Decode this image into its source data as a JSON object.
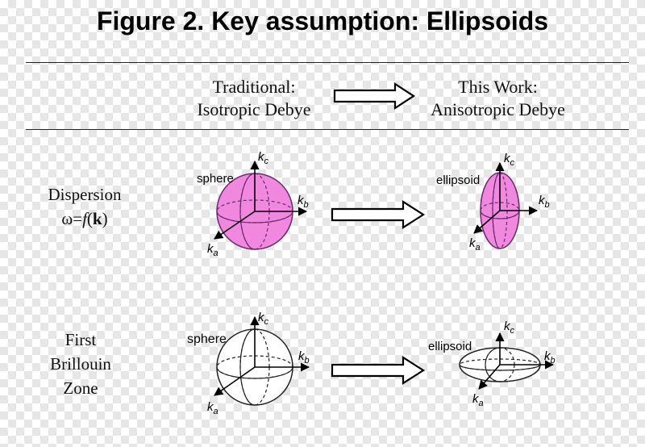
{
  "title": "Figure 2.   Key assumption: Ellipsoids",
  "columns": {
    "left": {
      "line1": "Traditional:",
      "line2": "Isotropic Debye"
    },
    "right": {
      "line1": "This Work:",
      "line2": "Anisotropic Debye"
    }
  },
  "rows": {
    "dispersion": {
      "line1": "Dispersion",
      "line2_prefix": "ω=",
      "line2_f": "f",
      "line2_open": "(",
      "line2_k": "k",
      "line2_close": ")"
    },
    "zone": {
      "line1": "First",
      "line2": "Brillouin",
      "line3": "Zone"
    }
  },
  "shape_labels": {
    "sphere": "sphere",
    "ellipsoid": "ellipsoid"
  },
  "axes": {
    "k": "k",
    "a": "a",
    "b": "b",
    "c": "c"
  },
  "colors": {
    "fill": "#f088e0",
    "stroke": "#6a2a6a",
    "outline": "#222222",
    "arrow_fill": "#ffffff"
  }
}
